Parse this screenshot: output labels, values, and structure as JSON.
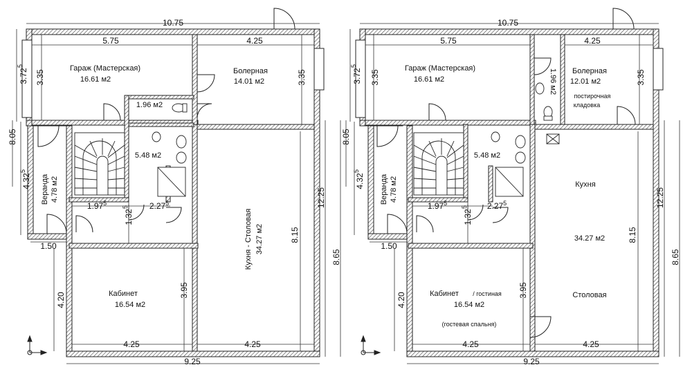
{
  "plans": [
    {
      "dims": {
        "top_width": "10.75",
        "top_left": "5.75",
        "top_right": "4.25",
        "bottom_width": "9.25",
        "bottom_left": "4.25",
        "bottom_right": "4.25",
        "left_top_a": "3.72",
        "left_top_a_sup": "5",
        "left_top_b": "3.35",
        "left_total": "8.05",
        "left_mid": "4.32",
        "left_mid_sup": "5",
        "left_bottom": "4.20",
        "porch": "1.50",
        "right_a": "3.35",
        "right_b": "12.25",
        "right_c": "8.15",
        "right_d": "8.65",
        "stair": "1.97",
        "stair_sup": "5",
        "hall": "2.27",
        "hall_sup": "5",
        "hall_v": "1.32",
        "hall_v_sup": "5",
        "office_h": "3.95"
      },
      "rooms": {
        "garage": "Гараж (Мастерская)",
        "garage_area": "16.61 м2",
        "boiler": "Болерная",
        "boiler_area": "14.01 м2",
        "wc_area": "1.96 м2",
        "bath_area": "5.48 м2",
        "veranda": "Веранда",
        "veranda_area": "4.78 м2",
        "kitchen": "Кухня - Столовая",
        "kitchen_area": "34.27 м2",
        "office": "Кабинет",
        "office_area": "16.54 м2"
      }
    },
    {
      "dims": {
        "top_width": "10.75",
        "top_left": "5.75",
        "top_right": "4.25",
        "bottom_width": "9.25",
        "bottom_left": "4.25",
        "bottom_right": "4.25",
        "left_top_a": "3.72",
        "left_top_a_sup": "5",
        "left_top_b": "3.35",
        "left_total": "8.05",
        "left_mid": "4.32",
        "left_mid_sup": "5",
        "left_bottom": "4.20",
        "porch": "1.50",
        "right_a": "3.35",
        "right_b": "12.25",
        "right_c": "8.15",
        "right_d": "8.65",
        "stair": "1.97",
        "stair_sup": "5",
        "hall": "2.27",
        "hall_sup": "5",
        "hall_v": "1.32",
        "hall_v_sup": "5",
        "office_h": "3.95"
      },
      "rooms": {
        "garage": "Гараж (Мастерская)",
        "garage_area": "16.61 м2",
        "boiler": "Болерная",
        "boiler_area": "12.01 м2",
        "pantry_1": "постирочная",
        "pantry_2": "кладовка",
        "wc_area": "1.96 м2",
        "bath_area": "5.48 м2",
        "veranda": "Веранда",
        "veranda_area": "4.78 м2",
        "kitchen": "Кухня",
        "kitchen_area": "34.27 м2",
        "dining": "Столовая",
        "office": "Кабинет",
        "office_suffix": "/ гостиная",
        "office_area": "16.54 м2",
        "guest": "(гостевая спальня)"
      }
    }
  ]
}
